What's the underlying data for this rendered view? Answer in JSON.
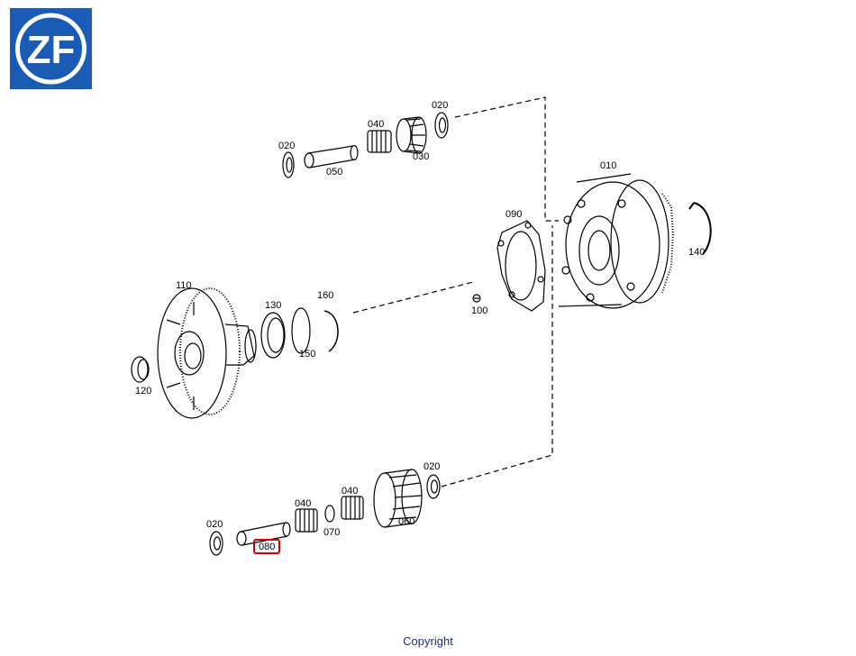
{
  "logo": {
    "text": "ZF",
    "bg_color": "#1a5bb5"
  },
  "footer": {
    "copyright": "Copyright"
  },
  "highlight_color": "#cc0000",
  "labels": {
    "p010": "010",
    "p020_top_left": "020",
    "p020_top_right": "020",
    "p020_bottom_left": "020",
    "p020_bottom_right": "020",
    "p030": "030",
    "p040_top": "040",
    "p040_bottom_a": "040",
    "p040_bottom_b": "040",
    "p050": "050",
    "p060": "060",
    "p070": "070",
    "p080": "080",
    "p090": "090",
    "p100": "100",
    "p110": "110",
    "p120": "120",
    "p130": "130",
    "p140": "140",
    "p150": "150",
    "p160": "160"
  },
  "selected_part": "080"
}
